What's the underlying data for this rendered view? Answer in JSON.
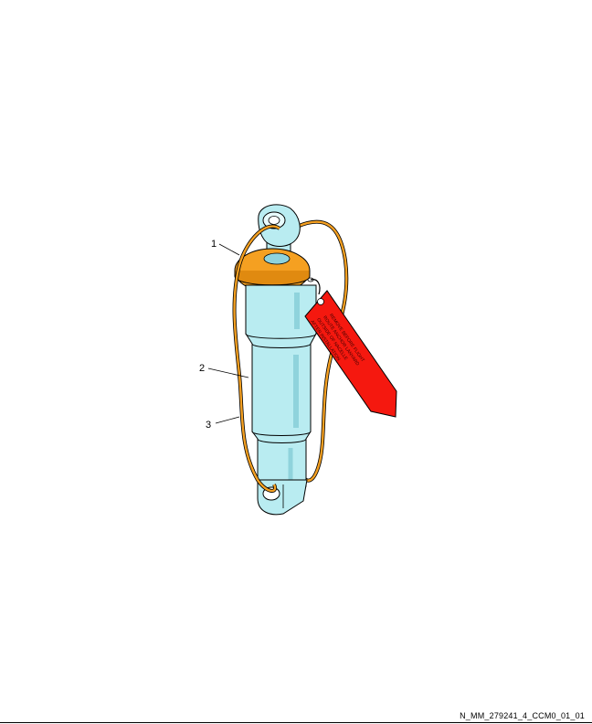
{
  "figure": {
    "callouts": [
      {
        "number": "1"
      },
      {
        "number": "2"
      },
      {
        "number": "3"
      }
    ],
    "tag_lines": [
      "REMOVE BEFORE FLIGHT",
      "ROUTE ANCHOR LANYARD",
      "OUTSIDE OF NACELLE",
      "AFTER INSTALLATION"
    ],
    "colors": {
      "cylinder": "#b9ecf1",
      "cylinder_shade": "#8fd3dc",
      "flag": "#f5180f",
      "lanyard": "#f5a021",
      "disc": "#f5a021",
      "outline": "#000000"
    }
  },
  "footer": {
    "reference_code": "N_MM_279241_4_CCM0_01_01"
  }
}
